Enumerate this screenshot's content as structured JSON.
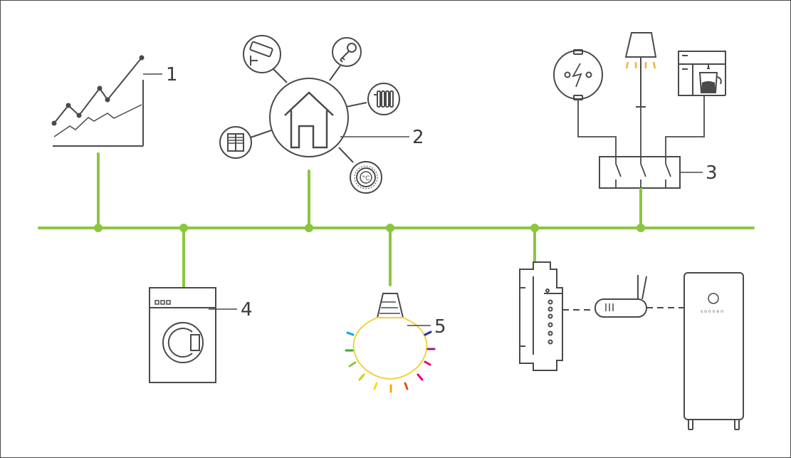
{
  "labels": {
    "n1": "1",
    "n2": "2",
    "n3": "3",
    "n4": "4",
    "n5": "5"
  },
  "battery": {
    "brand": "sonnen"
  },
  "colors": {
    "bus": "#8cc63f",
    "line": "#4a4a4a",
    "bulb": "#f2d13a",
    "lamp_light": "#f2b33a",
    "rainbow": [
      "#00a7e1",
      "#3aaa35",
      "#8cc63f",
      "#c8d400",
      "#ffde00",
      "#f7a600",
      "#e94e1b",
      "#e6007e",
      "#951b81",
      "#2e3192"
    ]
  },
  "icons": {
    "chart": "line-chart-icon",
    "home": "house-icon",
    "camera": "security-camera-icon",
    "key": "key-icon",
    "radiator": "radiator-icon",
    "blinds": "blinds-icon",
    "thermostat": "thermostat-icon",
    "socket": "power-socket-icon",
    "lamp": "floor-lamp-icon",
    "coffee": "coffee-machine-icon",
    "switches": "switch-relay-icon",
    "washer": "washing-machine-icon",
    "bulb": "light-bulb-icon",
    "din": "din-rail-controller-icon",
    "router": "router-icon",
    "battery": "battery-storage-icon"
  }
}
